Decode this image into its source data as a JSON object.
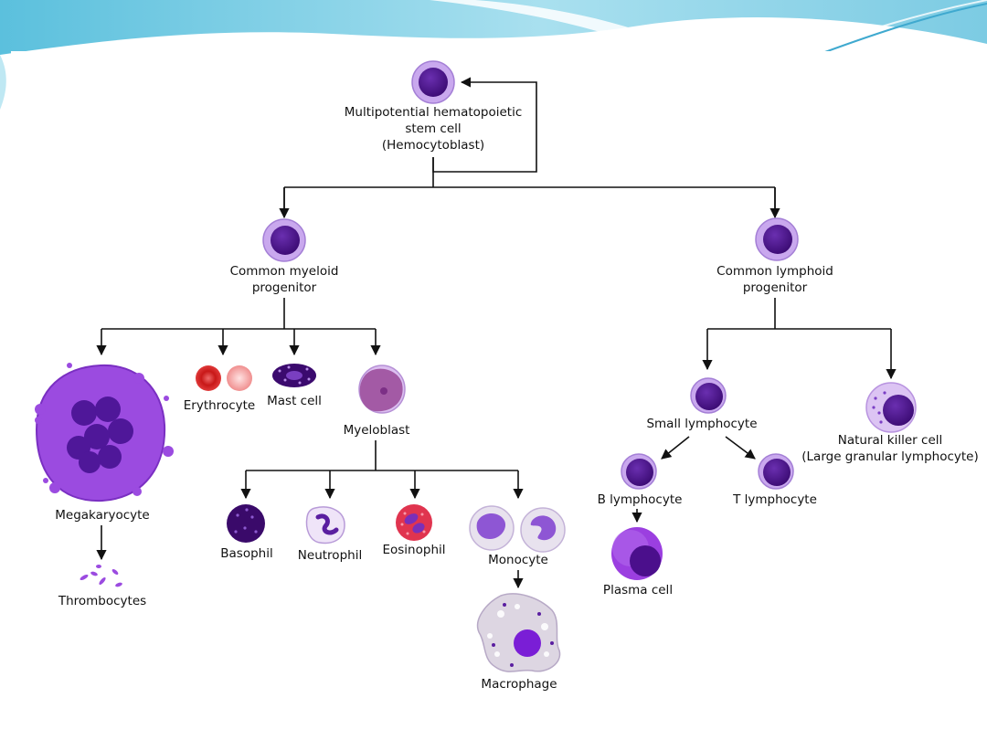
{
  "slide": {
    "theme_colors": {
      "wave_light": "#bfe8f3",
      "wave_mid": "#8dd3e7",
      "wave_dark": "#3fa9cf",
      "card": "#ffffff"
    }
  },
  "diagram": {
    "colors": {
      "nucleus": "#4b0f8c",
      "cell_membrane": "#c9a8ee",
      "myeloblast": "#a35aa5",
      "megakaryocyte": "#9b4be0",
      "erythrocyte_dark": "#d92a2a",
      "erythrocyte_light": "#f4a7a7",
      "eosinophil_granules": "#e0344f",
      "macrophage": "#ddd6e2",
      "line": "#111111"
    },
    "nodes": {
      "stem_cell": {
        "lines": [
          "Multipotential hematopoietic",
          "stem cell",
          "(Hemocytoblast)"
        ]
      },
      "myeloid_progenitor": {
        "lines": [
          "Common myeloid",
          "progenitor"
        ]
      },
      "lymphoid_progenitor": {
        "lines": [
          "Common lymphoid",
          "progenitor"
        ]
      },
      "megakaryocyte": {
        "lines": [
          "Megakaryocyte"
        ]
      },
      "thrombocytes": {
        "lines": [
          "Thrombocytes"
        ]
      },
      "erythrocyte": {
        "lines": [
          "Erythrocyte"
        ]
      },
      "mast_cell": {
        "lines": [
          "Mast cell"
        ]
      },
      "myeloblast": {
        "lines": [
          "Myeloblast"
        ]
      },
      "basophil": {
        "lines": [
          "Basophil"
        ]
      },
      "neutrophil": {
        "lines": [
          "Neutrophil"
        ]
      },
      "eosinophil": {
        "lines": [
          "Eosinophil"
        ]
      },
      "monocyte": {
        "lines": [
          "Monocyte"
        ]
      },
      "macrophage": {
        "lines": [
          "Macrophage"
        ]
      },
      "small_lymphocyte": {
        "lines": [
          "Small lymphocyte"
        ]
      },
      "natural_killer": {
        "lines": [
          "Natural killer cell",
          "(Large granular lymphocyte)"
        ]
      },
      "b_lymphocyte": {
        "lines": [
          "B lymphocyte"
        ]
      },
      "t_lymphocyte": {
        "lines": [
          "T lymphocyte"
        ]
      },
      "plasma_cell": {
        "lines": [
          "Plasma cell"
        ]
      }
    }
  }
}
